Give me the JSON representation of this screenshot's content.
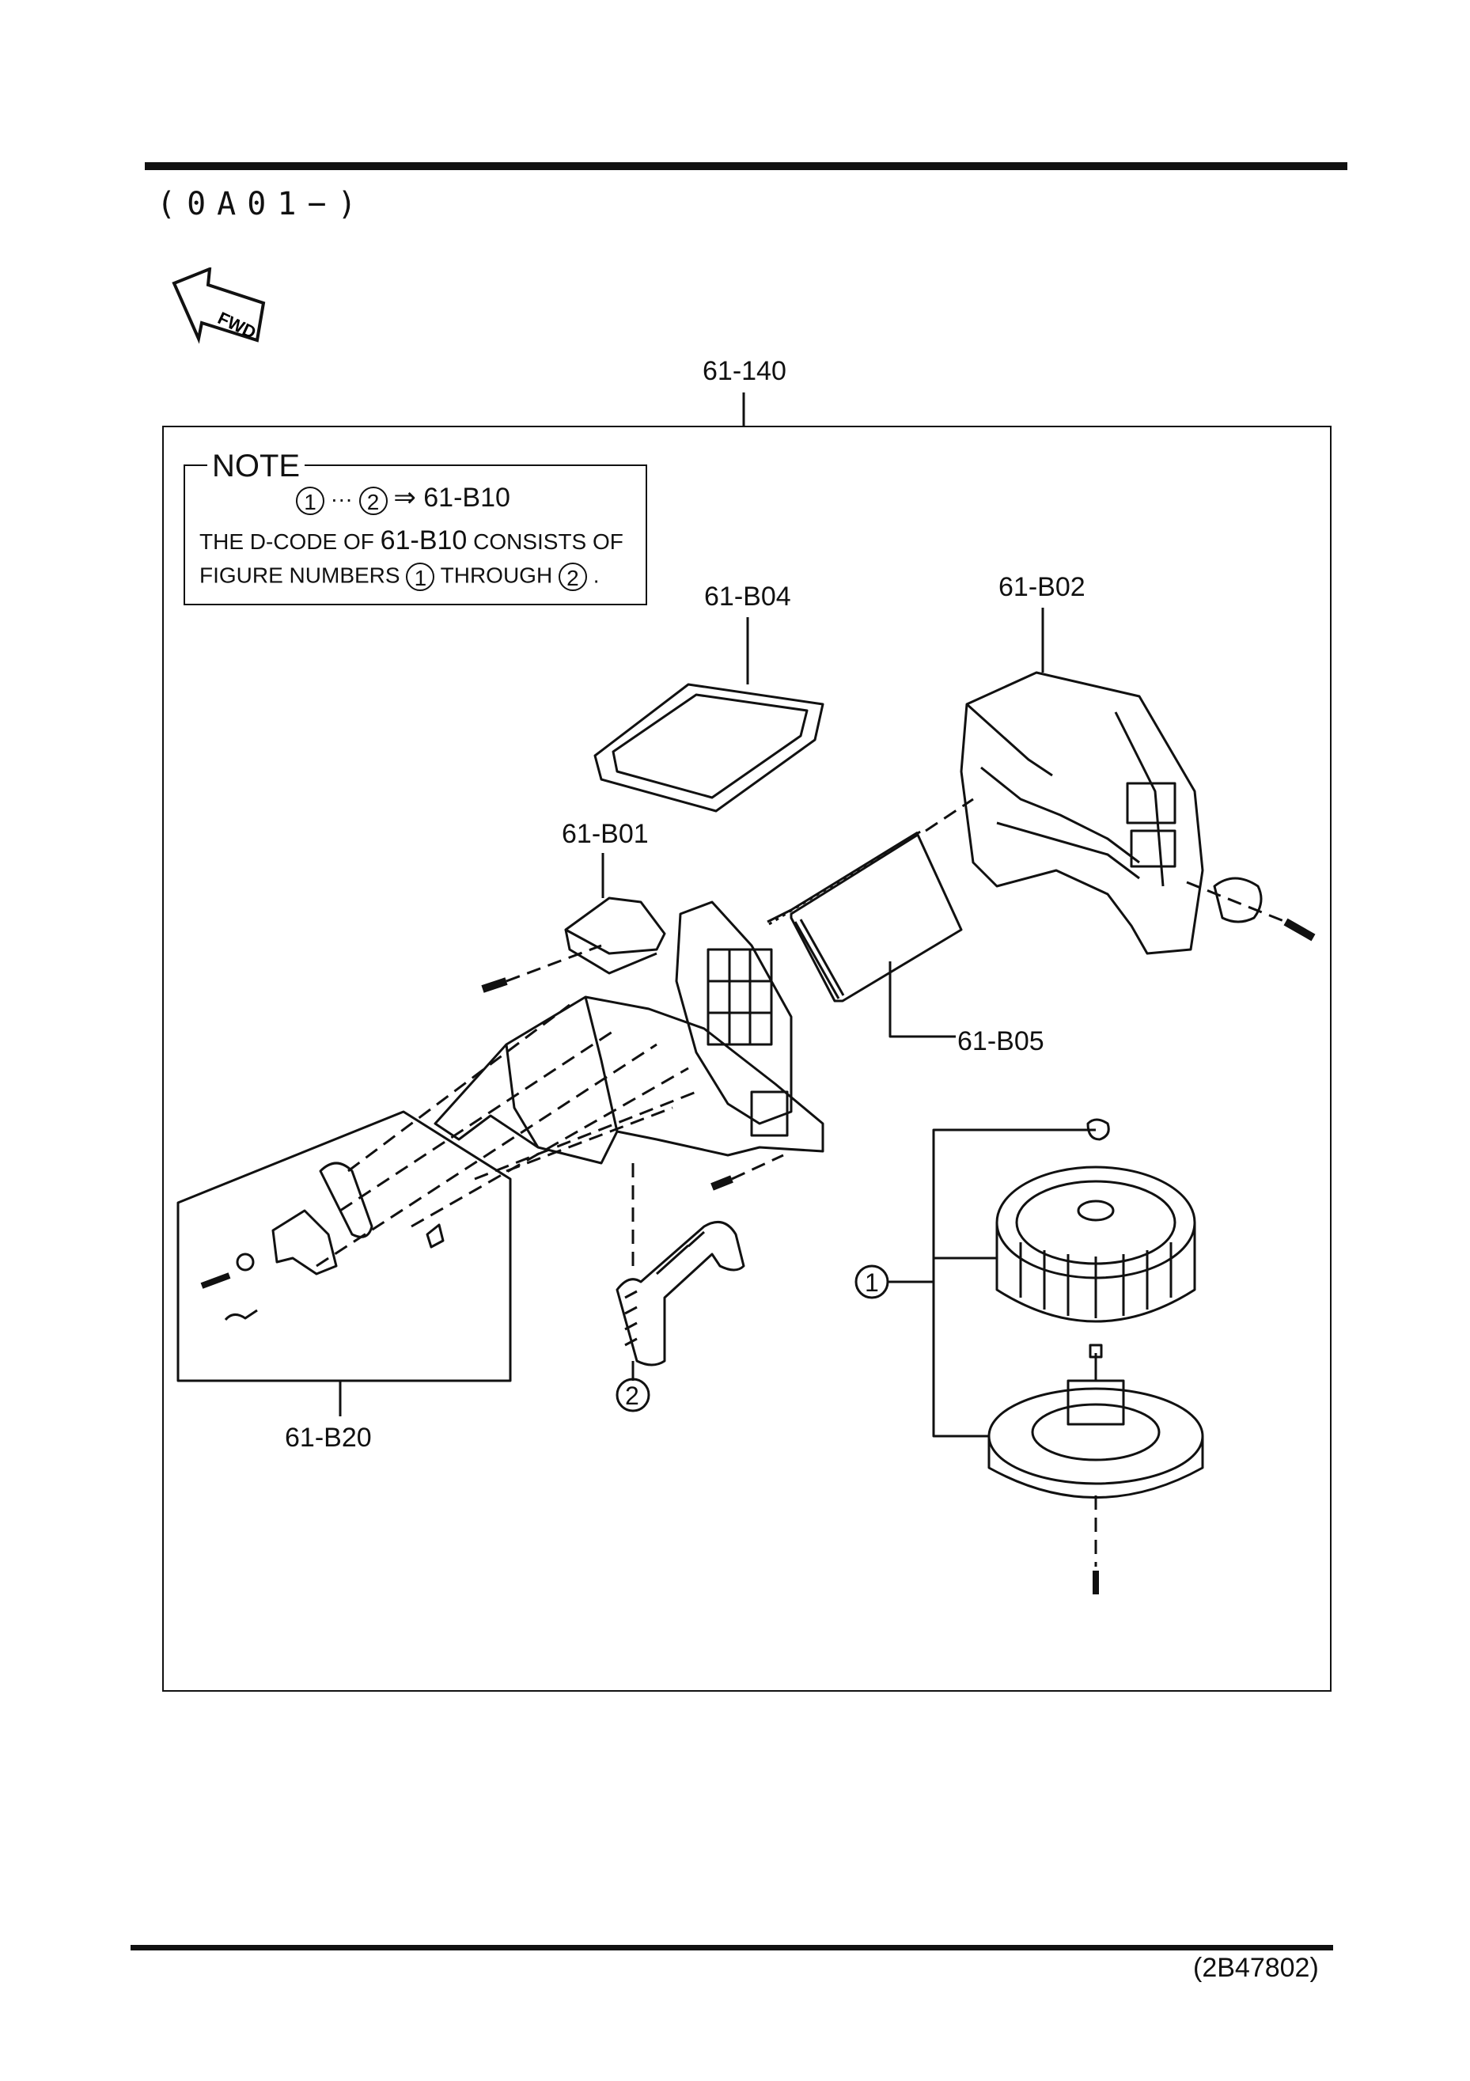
{
  "header": {
    "code_range": "(0A01−)"
  },
  "fwd_label": "FWD",
  "assembly_label": "61-140",
  "note": {
    "title": "NOTE",
    "fig1": "1",
    "dots": "···",
    "fig2": "2",
    "arrow_target": "⇒ 61-B10",
    "line1_pre": "THE D-CODE OF",
    "line1_code": "61-B10",
    "line1_post": "CONSISTS OF",
    "line2_pre": "FIGURE NUMBERS",
    "line2_mid": "THROUGH",
    "line2_end": "."
  },
  "parts": {
    "b04": "61-B04",
    "b02": "61-B02",
    "b01": "61-B01",
    "b05": "61-B05",
    "b20": "61-B20",
    "fig1": "1",
    "fig2": "2"
  },
  "footer": {
    "doc_id": "(2B47802)"
  }
}
